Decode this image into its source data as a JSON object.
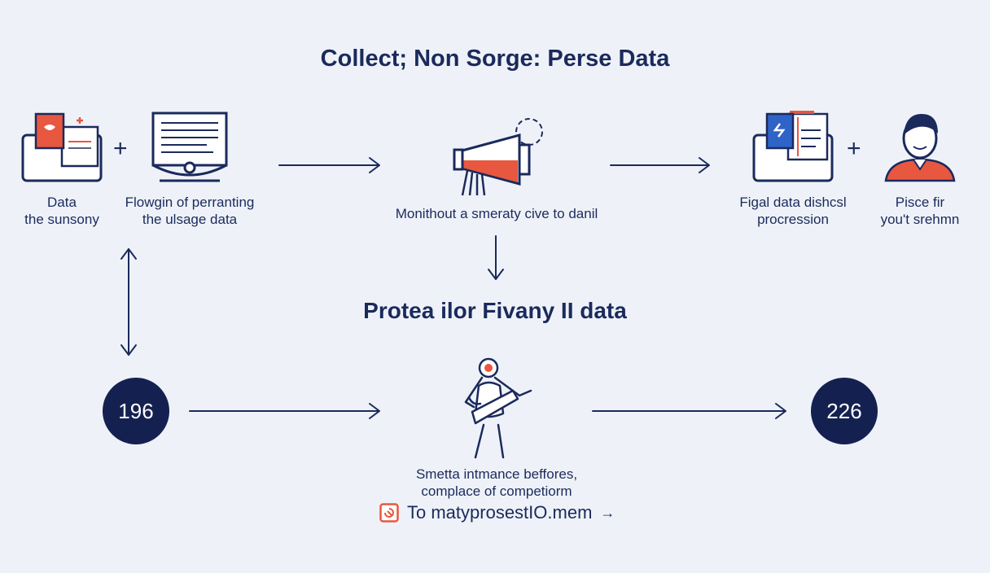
{
  "diagram": {
    "title": "Collect; Non Sorge: Perse Data",
    "subtitle": "Protea ilor Fivany II data",
    "nodes": {
      "data_source": {
        "label_line1": "Data",
        "label_line2": "the sunsony",
        "icon": "document-folder-icon"
      },
      "usage_monitor": {
        "label_line1": "Flowgin of perranting",
        "label_line2": "the ulsage data",
        "icon": "monitor-icon"
      },
      "announcement": {
        "label_line1": "Monithout a smeraty cive to danil",
        "icon": "megaphone-icon"
      },
      "legal_folder": {
        "label_line1": "Figal data dishcsl",
        "label_line2": "procression",
        "icon": "folder-icon"
      },
      "person": {
        "label_line1": "Pisce fir",
        "label_line2": "you't srehmn",
        "icon": "person-avatar-icon"
      },
      "protector": {
        "label_line1": "Smetta intmance beffores,",
        "label_line2": "complace of competiorm",
        "icon": "person-shield-icon"
      }
    },
    "operators": {
      "plus": "+"
    },
    "badges": {
      "left": "196",
      "right": "226"
    },
    "link": {
      "text": "To matyprosestIO.mem",
      "arrow": "→",
      "icon": "external-link-icon"
    },
    "colors": {
      "navy": "#1b2a5c",
      "accent": "#e8573f",
      "blue": "#2f63c8",
      "background": "#eef2f8"
    }
  }
}
